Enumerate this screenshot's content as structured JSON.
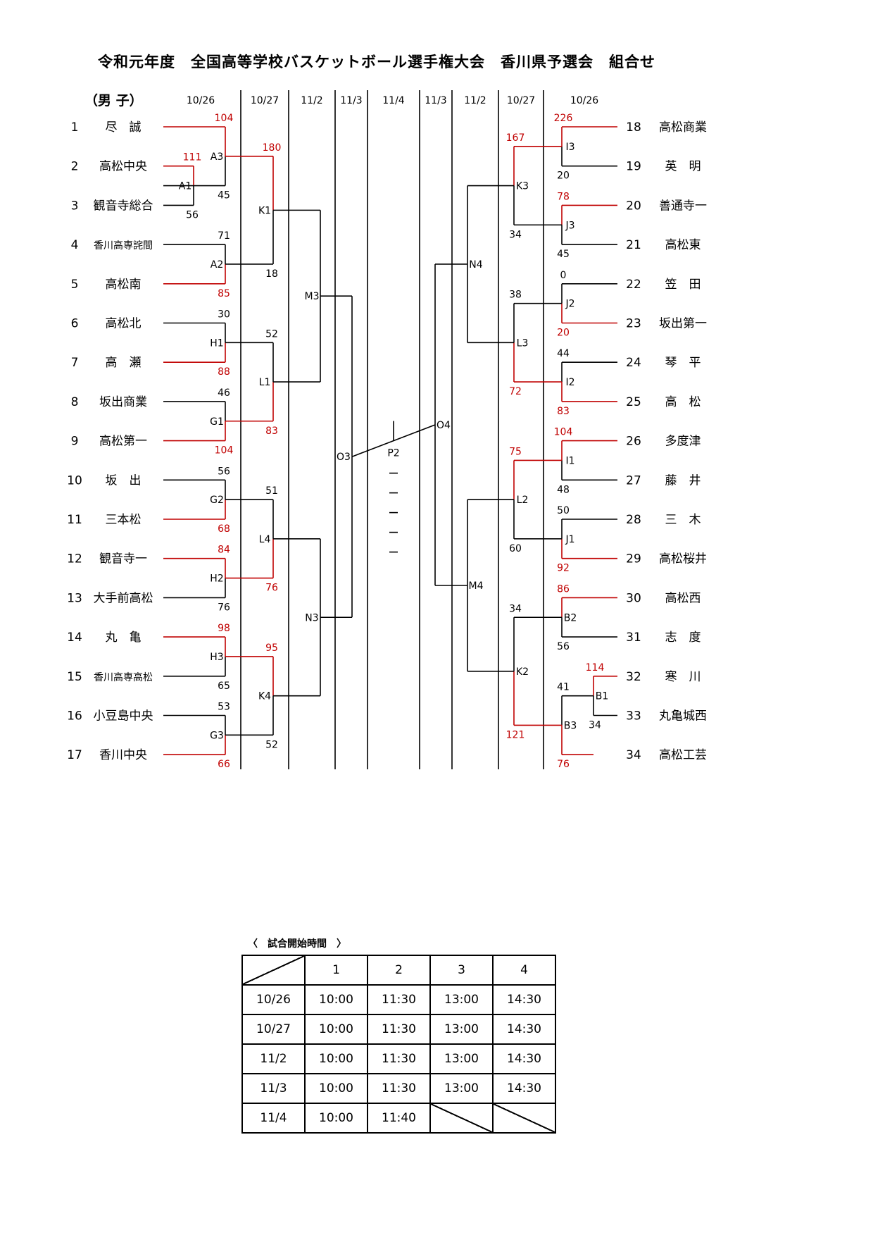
{
  "title": "令和元年度　全国高等学校バスケットボール選手権大会　香川県予選会　組合せ",
  "division": "（男 子）",
  "dates": [
    "10/26",
    "10/27",
    "11/2",
    "11/3",
    "11/4",
    "11/3",
    "11/2",
    "10/27",
    "10/26"
  ],
  "left_teams": [
    {
      "no": "1",
      "name": "尽　誠"
    },
    {
      "no": "2",
      "name": "高松中央"
    },
    {
      "no": "3",
      "name": "観音寺総合"
    },
    {
      "no": "4",
      "name": "香川高専詫間"
    },
    {
      "no": "5",
      "name": "高松南"
    },
    {
      "no": "6",
      "name": "高松北"
    },
    {
      "no": "7",
      "name": "高　瀬"
    },
    {
      "no": "8",
      "name": "坂出商業"
    },
    {
      "no": "9",
      "name": "高松第一"
    },
    {
      "no": "10",
      "name": "坂　出"
    },
    {
      "no": "11",
      "name": "三本松"
    },
    {
      "no": "12",
      "name": "観音寺一"
    },
    {
      "no": "13",
      "name": "大手前高松"
    },
    {
      "no": "14",
      "name": "丸　亀"
    },
    {
      "no": "15",
      "name": "香川高専高松"
    },
    {
      "no": "16",
      "name": "小豆島中央"
    },
    {
      "no": "17",
      "name": "香川中央"
    }
  ],
  "right_teams": [
    {
      "no": "18",
      "name": "高松商業"
    },
    {
      "no": "19",
      "name": "英　明"
    },
    {
      "no": "20",
      "name": "善通寺一"
    },
    {
      "no": "21",
      "name": "高松東"
    },
    {
      "no": "22",
      "name": "笠　田"
    },
    {
      "no": "23",
      "name": "坂出第一"
    },
    {
      "no": "24",
      "name": "琴　平"
    },
    {
      "no": "25",
      "name": "高　松"
    },
    {
      "no": "26",
      "name": "多度津"
    },
    {
      "no": "27",
      "name": "藤　井"
    },
    {
      "no": "28",
      "name": "三　木"
    },
    {
      "no": "29",
      "name": "高松桜井"
    },
    {
      "no": "30",
      "name": "高松西"
    },
    {
      "no": "31",
      "name": "志　度"
    },
    {
      "no": "32",
      "name": "寒　川"
    },
    {
      "no": "33",
      "name": "丸亀城西"
    },
    {
      "no": "34",
      "name": "高松工芸"
    }
  ],
  "left_games": [
    {
      "id": "A1",
      "top": "111",
      "bottom": "56",
      "winner": "top"
    },
    {
      "id": "A3",
      "top": "104",
      "bottom": "45",
      "winner": "top"
    },
    {
      "id": "A2",
      "top": "71",
      "bottom": "85",
      "winner": "bottom"
    },
    {
      "id": "H1",
      "top": "30",
      "bottom": "88",
      "winner": "bottom"
    },
    {
      "id": "G1",
      "top": "46",
      "bottom": "104",
      "winner": "bottom"
    },
    {
      "id": "G2",
      "top": "56",
      "bottom": "68",
      "winner": "bottom"
    },
    {
      "id": "H2",
      "top": "84",
      "bottom": "76",
      "winner": "top"
    },
    {
      "id": "H3",
      "top": "98",
      "bottom": "65",
      "winner": "top"
    },
    {
      "id": "G3",
      "top": "53",
      "bottom": "66",
      "winner": "bottom"
    },
    {
      "id": "K1",
      "top": "180",
      "bottom": "18",
      "winner": "top"
    },
    {
      "id": "L1",
      "top": "52",
      "bottom": "83",
      "winner": "bottom"
    },
    {
      "id": "L4",
      "top": "51",
      "bottom": "76",
      "winner": "bottom"
    },
    {
      "id": "K4",
      "top": "95",
      "bottom": "52",
      "winner": "top"
    },
    {
      "id": "M3",
      "top": "",
      "bottom": "",
      "winner": ""
    },
    {
      "id": "N3",
      "top": "",
      "bottom": "",
      "winner": ""
    },
    {
      "id": "O3",
      "top": "",
      "bottom": "",
      "winner": ""
    }
  ],
  "right_games": [
    {
      "id": "I3",
      "top": "226",
      "bottom": "20",
      "winner": "top"
    },
    {
      "id": "J3",
      "top": "78",
      "bottom": "45",
      "winner": "top"
    },
    {
      "id": "J2",
      "top": "0",
      "bottom": "20",
      "winner": "bottom"
    },
    {
      "id": "I2",
      "top": "44",
      "bottom": "83",
      "winner": "bottom"
    },
    {
      "id": "I1",
      "top": "104",
      "bottom": "48",
      "winner": "top"
    },
    {
      "id": "J1",
      "top": "50",
      "bottom": "92",
      "winner": "bottom"
    },
    {
      "id": "B2",
      "top": "86",
      "bottom": "56",
      "winner": "top"
    },
    {
      "id": "B1",
      "top": "114",
      "bottom": "34",
      "winner": "top"
    },
    {
      "id": "B3",
      "top": "41",
      "bottom": "76",
      "winner": "bottom"
    },
    {
      "id": "K3",
      "top": "167",
      "bottom": "34",
      "winner": "top"
    },
    {
      "id": "L3",
      "top": "38",
      "bottom": "72",
      "winner": "bottom"
    },
    {
      "id": "L2",
      "top": "75",
      "bottom": "60",
      "winner": "top"
    },
    {
      "id": "K2",
      "top": "34",
      "bottom": "121",
      "winner": "bottom"
    },
    {
      "id": "N4",
      "top": "",
      "bottom": "",
      "winner": ""
    },
    {
      "id": "M4",
      "top": "",
      "bottom": "",
      "winner": ""
    },
    {
      "id": "O4",
      "top": "",
      "bottom": "",
      "winner": ""
    }
  ],
  "final": {
    "id": "P2"
  },
  "schedule": {
    "caption": "〈　試合開始時間　〉",
    "headers": [
      "1",
      "2",
      "3",
      "4"
    ],
    "rows": [
      {
        "date": "10/26",
        "times": [
          "10:00",
          "11:30",
          "13:00",
          "14:30"
        ]
      },
      {
        "date": "10/27",
        "times": [
          "10:00",
          "11:30",
          "13:00",
          "14:30"
        ]
      },
      {
        "date": "11/2",
        "times": [
          "10:00",
          "11:30",
          "13:00",
          "14:30"
        ]
      },
      {
        "date": "11/3",
        "times": [
          "10:00",
          "11:30",
          "13:00",
          "14:30"
        ]
      },
      {
        "date": "11/4",
        "times": [
          "10:00",
          "11:40",
          "",
          ""
        ]
      }
    ]
  },
  "colors": {
    "win": "#c00000",
    "lose": "#000000"
  }
}
